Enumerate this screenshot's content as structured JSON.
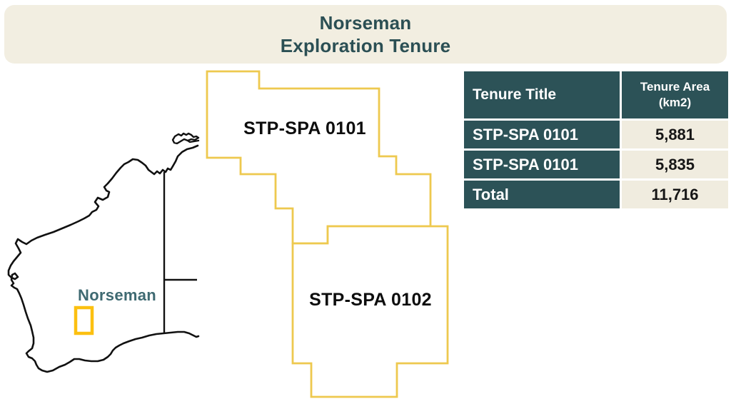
{
  "header": {
    "line1": "Norseman",
    "line2": "Exploration Tenure"
  },
  "map": {
    "norseman_label": "Norseman",
    "tenure_0101_label": "STP-SPA 0101",
    "tenure_0102_label": "STP-SPA 0102"
  },
  "table": {
    "columns": [
      "Tenure Title",
      "Tenure Area (km2)"
    ],
    "rows": [
      {
        "title": "STP-SPA 0101",
        "area": "5,881"
      },
      {
        "title": "STP-SPA 0101",
        "area": "5,835"
      },
      {
        "title": "Total",
        "area": "11,716"
      }
    ]
  },
  "colors": {
    "banner_background": "#f2eee1",
    "title_text": "#2b4f54",
    "table_header_background": "#2c5257",
    "table_value_background": "#f0ecdf",
    "tenure_outline_yellow": "#eec94f",
    "location_marker_yellow": "#fcc010",
    "norseman_label_teal": "#3f6a72",
    "coastline_black": "#111111"
  }
}
